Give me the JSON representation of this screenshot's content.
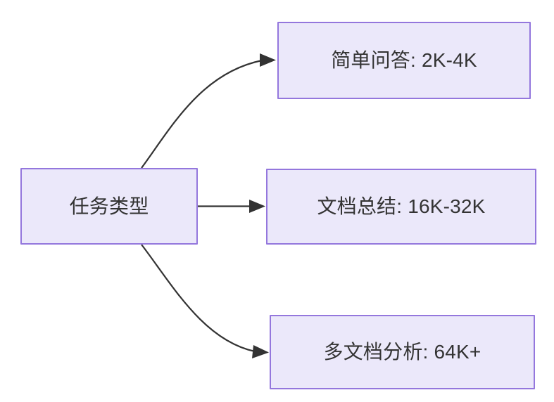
{
  "diagram": {
    "type": "flowchart",
    "direction": "left-to-right",
    "background_color": "#ffffff",
    "node_fill_color": "#ebe8fa",
    "node_border_color": "#9477dd",
    "text_color": "#333333",
    "edge_color": "#333333",
    "source_node": {
      "id": "task-type",
      "label": "任务类型"
    },
    "target_nodes": [
      {
        "id": "simple-qa",
        "label": "简单问答: 2K-4K"
      },
      {
        "id": "doc-summary",
        "label": "文档总结: 16K-32K"
      },
      {
        "id": "multi-doc-analysis",
        "label": "多文档分析: 64K+"
      }
    ],
    "edges": [
      {
        "from": "task-type",
        "to": "simple-qa",
        "style": "curved",
        "arrow": "filled-triangle"
      },
      {
        "from": "task-type",
        "to": "doc-summary",
        "style": "straight",
        "arrow": "filled-triangle"
      },
      {
        "from": "task-type",
        "to": "multi-doc-analysis",
        "style": "curved",
        "arrow": "filled-triangle"
      }
    ]
  }
}
